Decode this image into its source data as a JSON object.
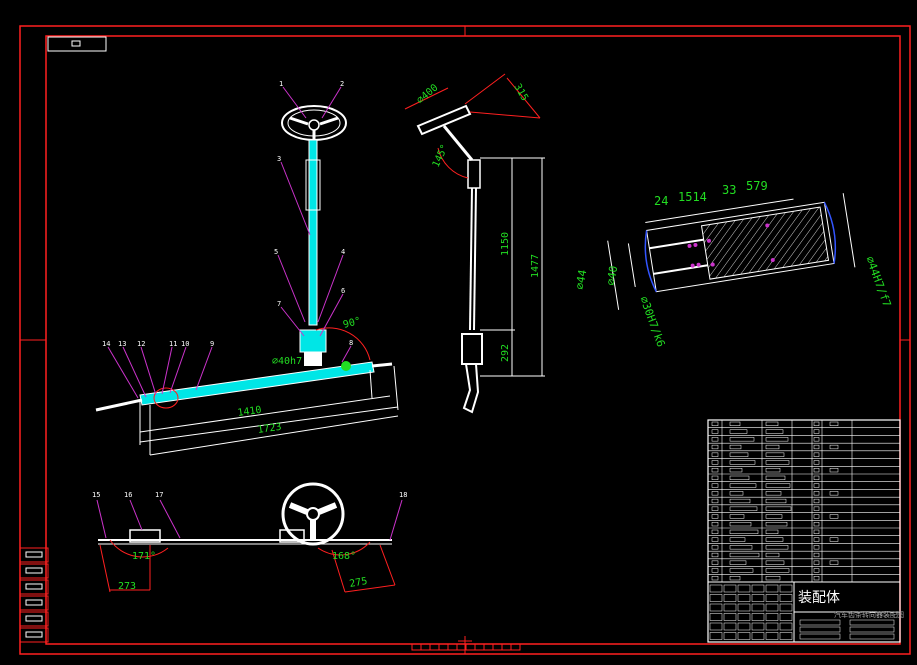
{
  "title_block": {
    "title": "装配体",
    "subtitle": "汽车齿条转向器装配图",
    "rows": 21
  },
  "part_labels": {
    "top_view": [
      "1",
      "2",
      "3",
      "5",
      "4",
      "7",
      "6",
      "8",
      "14",
      "13",
      "12",
      "11",
      "10",
      "9"
    ],
    "bottom_view": [
      "15",
      "16",
      "17",
      "18"
    ]
  },
  "dimensions": {
    "angle_top": "90°",
    "fit_top": "⌀40h7",
    "len_1410": "1410",
    "len_1723": "1723",
    "side_dia": "⌀400",
    "side_315": "315",
    "side_angle": "145°",
    "side_1150": "1150",
    "side_1477": "1477",
    "side_292": "292",
    "sec_24": "24",
    "sec_1514": "1514",
    "sec_33": "33",
    "sec_579": "579",
    "sec_d44": "⌀44",
    "sec_d40": "⌀40",
    "sec_d30": "⌀30H7/k6",
    "sec_d44b": "⌀44H7/f7",
    "bot_angle_l": "171°",
    "bot_angle_r": "168°",
    "bot_273": "273",
    "bot_275": "275"
  },
  "colors": {
    "frame": "#ff2020",
    "lines": "#ffffff",
    "dims": "#22dd22",
    "shaft": "#00e6e6",
    "leader": "#cc33cc"
  }
}
